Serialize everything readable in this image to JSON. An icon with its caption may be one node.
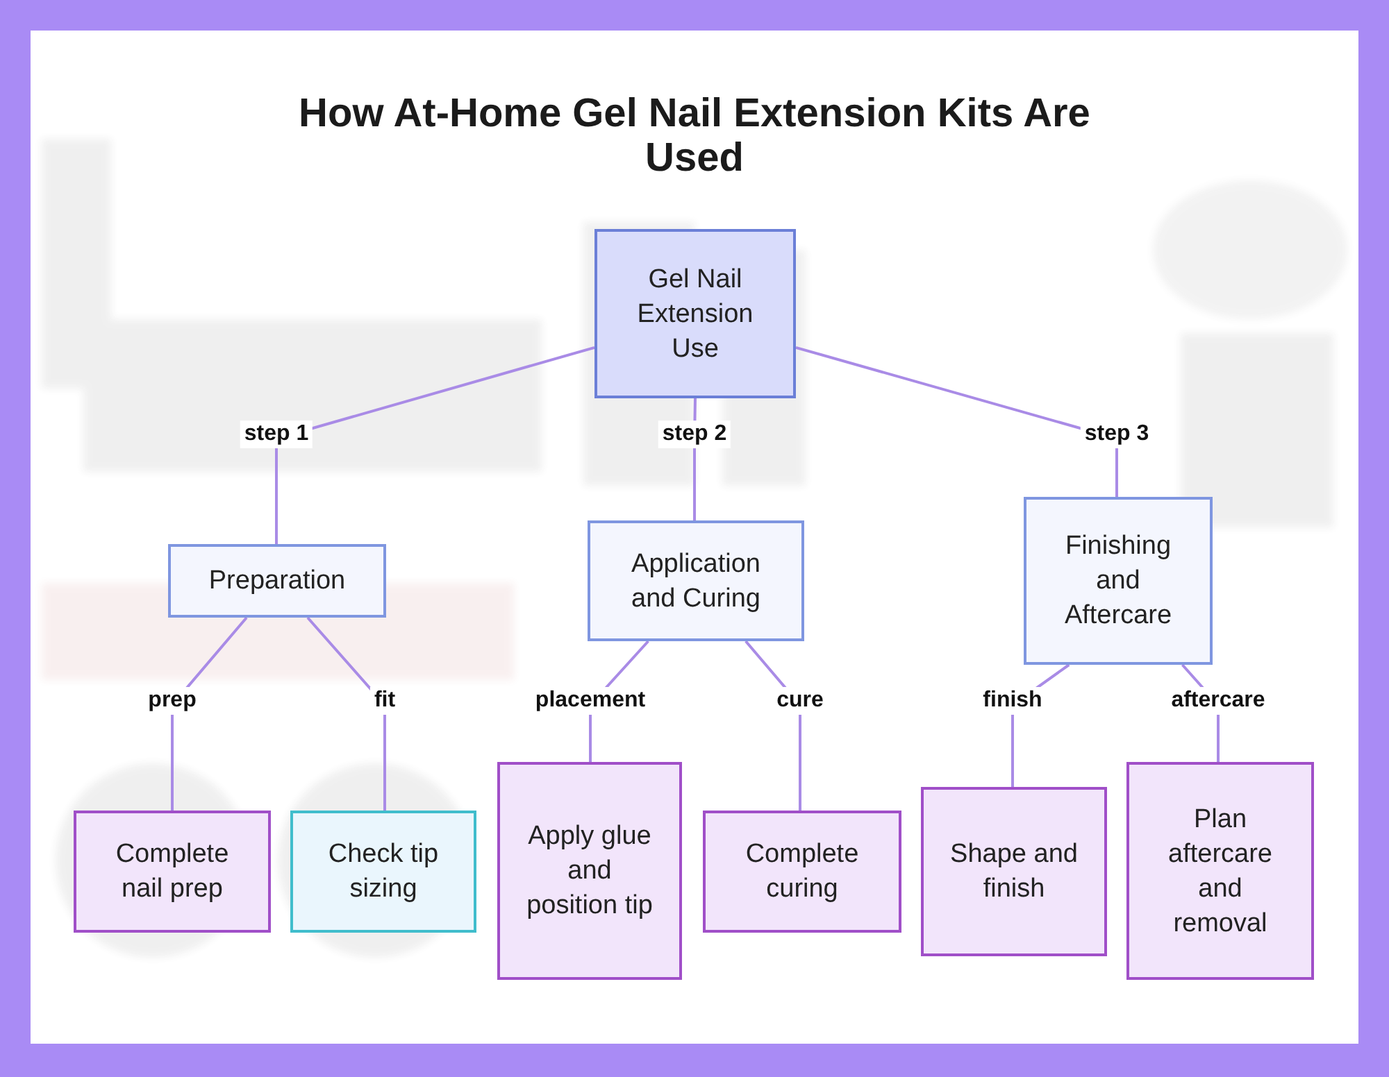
{
  "diagram": {
    "title": "How At-Home Gel Nail Extension Kits Are Used",
    "nodes": [
      {
        "text": [
          "Gel Nail Extension Use"
        ]
      },
      {
        "text": [
          "Preparation"
        ]
      },
      {
        "text": [
          "Application and Curing"
        ]
      },
      {
        "text": [
          "Finishing and Aftercare"
        ]
      },
      {
        "text": [
          "Complete nail prep"
        ]
      },
      {
        "text": [
          "Check tip sizing"
        ]
      },
      {
        "text": [
          "Apply glue and position tip"
        ]
      },
      {
        "text": [
          "Complete curing"
        ]
      },
      {
        "text": [
          "Shape and finish"
        ]
      },
      {
        "text": [
          "Plan aftercare and removal"
        ]
      }
    ],
    "edges": [
      {
        "from": 0,
        "to": 1,
        "label": "step 1",
        "arrow": "none"
      },
      {
        "from": 0,
        "to": 2,
        "label": "step 2",
        "arrow": "none"
      },
      {
        "from": 0,
        "to": 3,
        "label": "step 3",
        "arrow": "none"
      },
      {
        "from": 1,
        "to": 4,
        "label": "prep",
        "arrow": "none"
      },
      {
        "from": 1,
        "to": 5,
        "label": "fit",
        "arrow": "none"
      },
      {
        "from": 2,
        "to": 6,
        "label": "placement",
        "arrow": "none"
      },
      {
        "from": 2,
        "to": 7,
        "label": "cure",
        "arrow": "none"
      },
      {
        "from": 3,
        "to": 8,
        "label": "finish",
        "arrow": "none"
      },
      {
        "from": 3,
        "to": 9,
        "label": "aftercare",
        "arrow": "none"
      }
    ]
  }
}
